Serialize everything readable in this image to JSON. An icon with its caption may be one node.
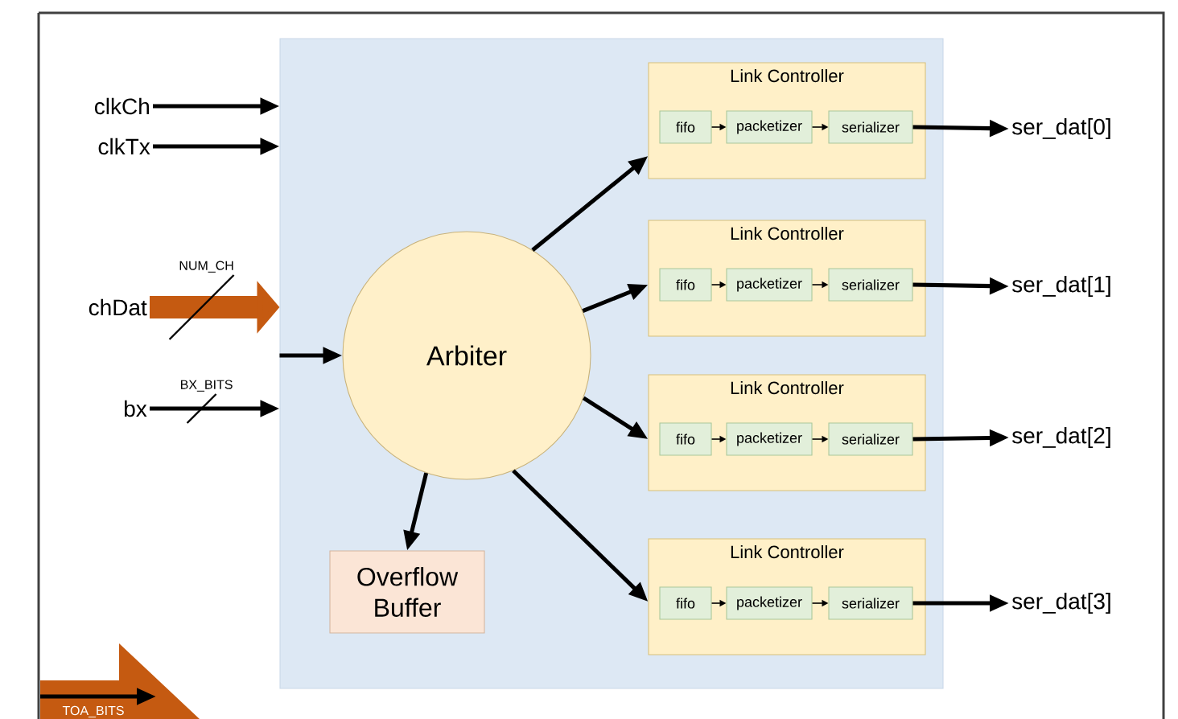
{
  "diagram": {
    "nodes": [
      {
        "text": [],
        "shape": "box"
      },
      {
        "text": [
          "clkCh"
        ]
      },
      {
        "text": [
          "clkTx"
        ]
      },
      {
        "text": [
          "chDat"
        ]
      },
      {
        "text": [
          "bx"
        ]
      },
      {
        "text": [
          "Arbiter"
        ],
        "in": 0
      },
      {
        "text": [
          "Overflow Buffer"
        ],
        "in": 0
      },
      {
        "text": [
          "Link Controller"
        ],
        "in": 0
      },
      {
        "text": [
          "fifo"
        ],
        "in": 7
      },
      {
        "text": [
          "packetizer"
        ],
        "in": 7
      },
      {
        "text": [
          "serializer"
        ],
        "in": 7
      },
      {
        "text": [
          "ser_dat[0]"
        ]
      },
      {
        "text": [
          "Link Controller"
        ],
        "in": 0
      },
      {
        "text": [
          "fifo"
        ],
        "in": 12
      },
      {
        "text": [
          "packetizer"
        ],
        "in": 12
      },
      {
        "text": [
          "serializer"
        ],
        "in": 12
      },
      {
        "text": [
          "ser_dat[1]"
        ]
      },
      {
        "text": [
          "Link Controller"
        ],
        "in": 0
      },
      {
        "text": [
          "fifo"
        ],
        "in": 17
      },
      {
        "text": [
          "packetizer"
        ],
        "in": 17
      },
      {
        "text": [
          "serializer"
        ],
        "in": 17
      },
      {
        "text": [
          "ser_dat[2]"
        ]
      },
      {
        "text": [
          "Link Controller"
        ],
        "in": 0
      },
      {
        "text": [
          "fifo"
        ],
        "in": 22
      },
      {
        "text": [
          "packetizer"
        ],
        "in": 22
      },
      {
        "text": [
          "serializer"
        ],
        "in": 22
      },
      {
        "text": [
          "ser_dat[3]"
        ]
      }
    ],
    "edges": [
      {
        "from": 1,
        "to": 0,
        "arrow": "to"
      },
      {
        "from": 2,
        "to": 0,
        "arrow": "to"
      },
      {
        "from": 3,
        "to": 0,
        "arrow": "to",
        "style": "thick",
        "color": "#c55a11",
        "label": "NUM_CH"
      },
      {
        "from": 4,
        "to": 0,
        "arrow": "to",
        "label": "BX_BITS"
      },
      {
        "from": 0,
        "to": 5,
        "arrow": "to"
      },
      {
        "from": 5,
        "to": 6,
        "arrow": "to"
      },
      {
        "from": 5,
        "to": 7,
        "arrow": "to"
      },
      {
        "from": 5,
        "to": 12,
        "arrow": "to"
      },
      {
        "from": 5,
        "to": 17,
        "arrow": "to"
      },
      {
        "from": 5,
        "to": 22,
        "arrow": "to"
      },
      {
        "from": 8,
        "to": 9,
        "arrow": "to"
      },
      {
        "from": 9,
        "to": 10,
        "arrow": "to"
      },
      {
        "from": 10,
        "to": 11,
        "arrow": "to"
      },
      {
        "from": 13,
        "to": 14,
        "arrow": "to"
      },
      {
        "from": 14,
        "to": 15,
        "arrow": "to"
      },
      {
        "from": 15,
        "to": 16,
        "arrow": "to"
      },
      {
        "from": 18,
        "to": 19,
        "arrow": "to"
      },
      {
        "from": 19,
        "to": 20,
        "arrow": "to"
      },
      {
        "from": 20,
        "to": 21,
        "arrow": "to"
      },
      {
        "from": 23,
        "to": 24,
        "arrow": "to"
      },
      {
        "from": 24,
        "to": 25,
        "arrow": "to"
      },
      {
        "from": 25,
        "to": 26,
        "arrow": "to"
      }
    ],
    "labels": [
      "TOA_BITS"
    ]
  }
}
